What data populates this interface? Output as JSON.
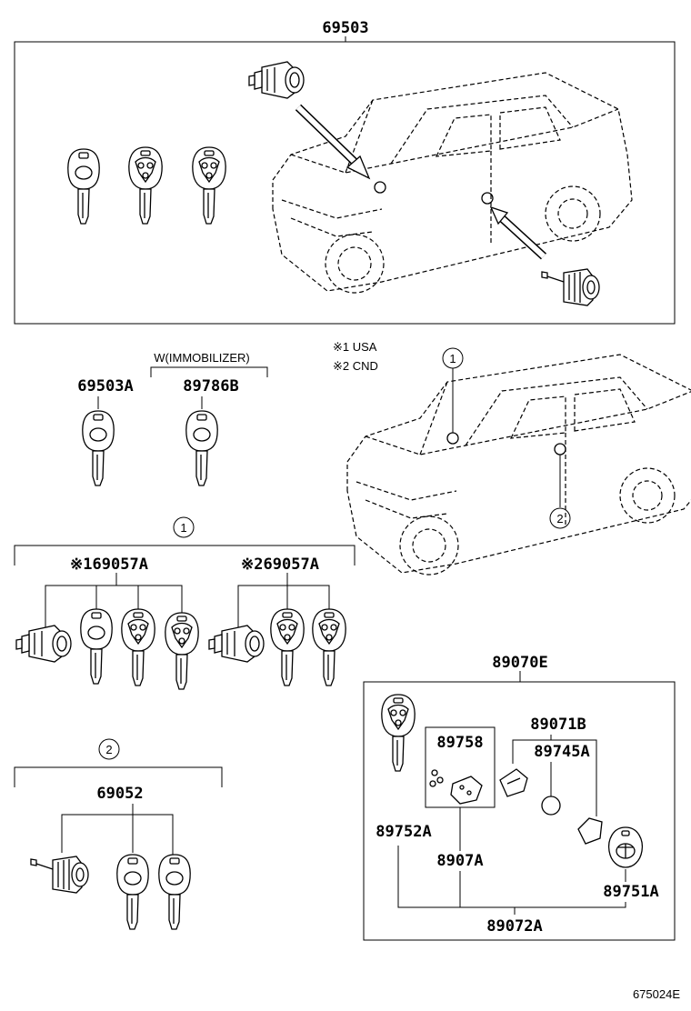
{
  "labels": {
    "p69503": "69503",
    "p69503A": "69503A",
    "p89786B": "89786B",
    "immobilizer": "W(IMMOBILIZER)",
    "note1": "※1 USA",
    "note2": "※2 CND",
    "c1": "1",
    "c2": "2",
    "set1_circle": "1",
    "set1a": "※169057A",
    "set1b": "※269057A",
    "set2_circle": "2",
    "p69052": "69052",
    "p89070E": "89070E",
    "p89758": "89758",
    "p89071B": "89071B",
    "p89745A": "89745A",
    "p89752A": "89752A",
    "p8907A": "8907A",
    "p89751A": "89751A",
    "p89072A": "89072A",
    "diagram_id": "675024E"
  },
  "icons": [
    "lock-cylinder-icon",
    "key-icon",
    "remote-key-icon",
    "vehicle-outline-icon",
    "arrow-icon",
    "battery-icon",
    "key-cover-icon"
  ]
}
